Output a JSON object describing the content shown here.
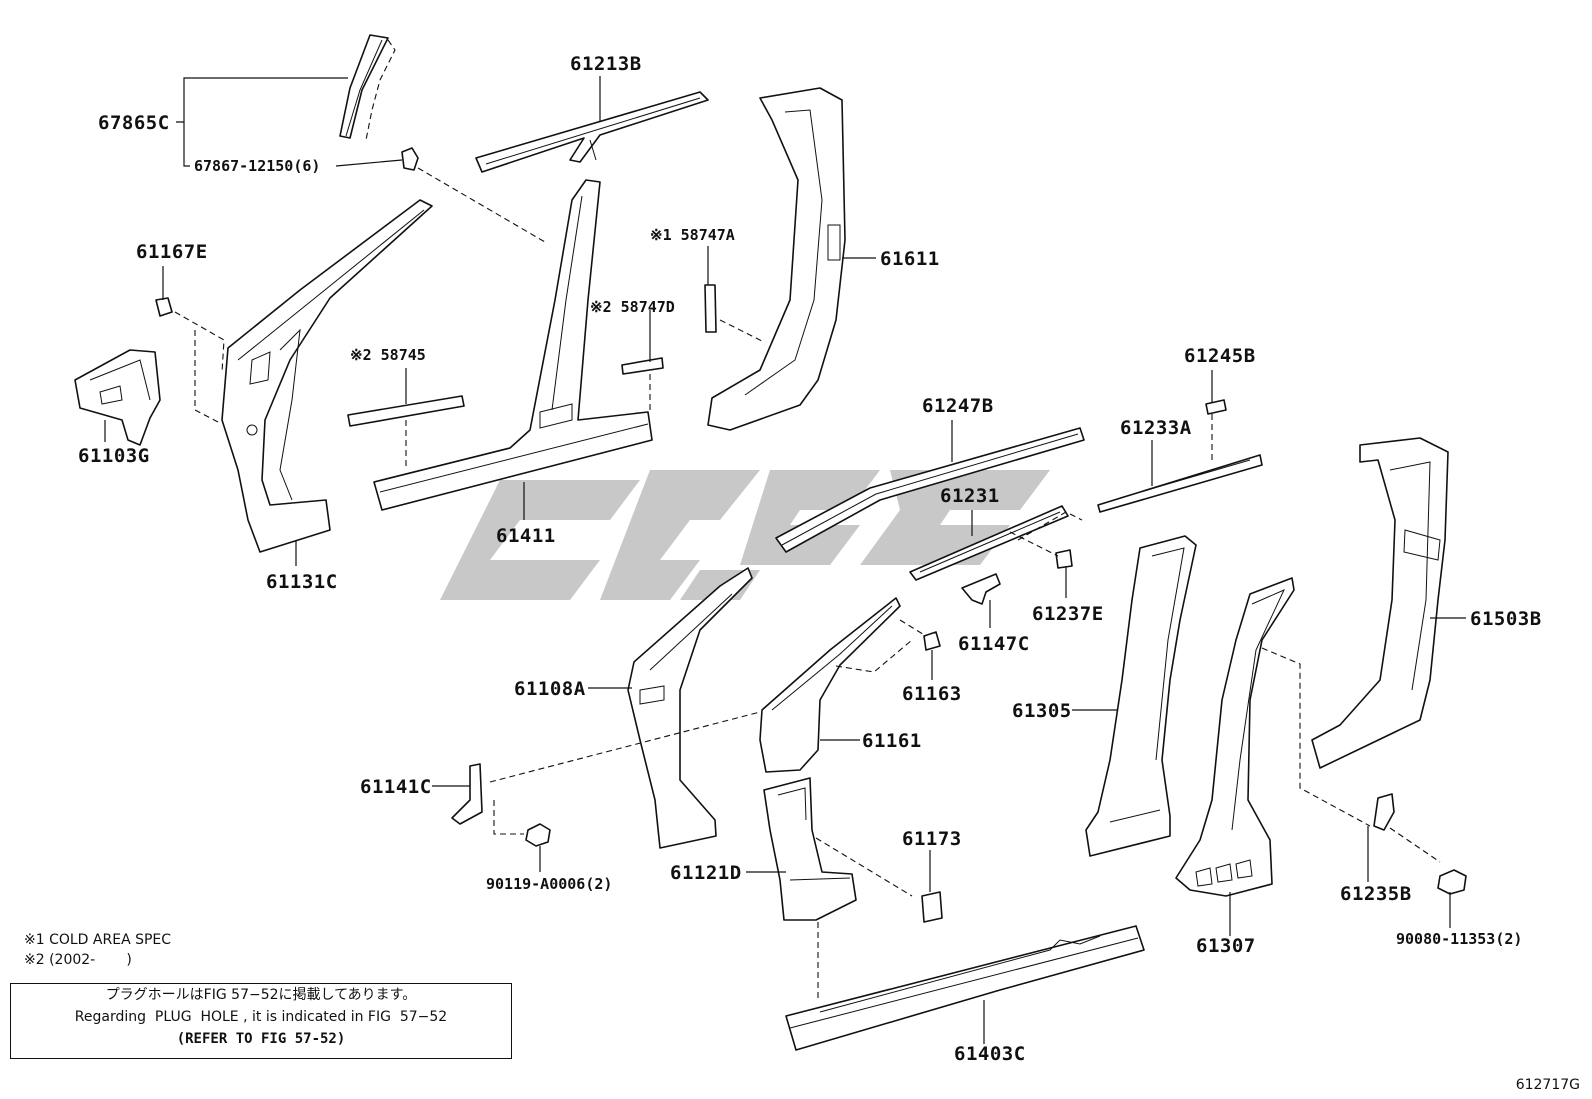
{
  "labels": {
    "p67865C": "67865C",
    "p67867": "67867-12150(6)",
    "p61213B": "61213B",
    "p61167E": "61167E",
    "p61103G": "61103G",
    "p61131C": "61131C",
    "p58745": "※2 58745",
    "p61411": "61411",
    "p58747A": "※1 58747A",
    "p58747D": "※2 58747D",
    "p61611": "61611",
    "p61245B": "61245B",
    "p61247B": "61247B",
    "p61233A": "61233A",
    "p61231": "61231",
    "p61237E": "61237E",
    "p61147C": "61147C",
    "p61503B": "61503B",
    "p61108A": "61108A",
    "p61163": "61163",
    "p61305": "61305",
    "p61161": "61161",
    "p61141C": "61141C",
    "p61173": "61173",
    "p61121D": "61121D",
    "p90119": "90119-A0006(2)",
    "p61235B": "61235B",
    "p61307": "61307",
    "p90080": "90080-11353(2)",
    "p61403C": "61403C"
  },
  "notes": {
    "spec1": "※1 COLD AREA SPEC",
    "spec2": "※2 (2002-       )"
  },
  "notebox": {
    "line_jp": "プラグホールはFIG 57−52に掲載してあります。",
    "line_en": "Regarding  PLUG  HOLE , it is indicated in FIG  57−52",
    "line_ref": "(REFER TO FIG 57-52)"
  },
  "figure_id": "612717G"
}
